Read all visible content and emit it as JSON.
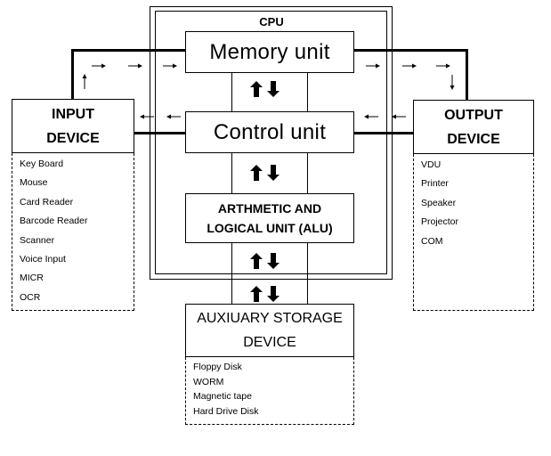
{
  "cpu": {
    "label": "CPU",
    "memory_unit": "Memory unit",
    "control_unit": "Control unit",
    "alu_line1": "ARTHMETIC AND",
    "alu_line2": "LOGICAL UNIT (ALU)"
  },
  "input_device": {
    "title_line1": "INPUT",
    "title_line2": "DEVICE",
    "items": [
      "Key Board",
      "Mouse",
      "Card Reader",
      "Barcode Reader",
      "Scanner",
      "Voice Input",
      "MICR",
      "OCR"
    ]
  },
  "output_device": {
    "title_line1": "OUTPUT",
    "title_line2": "DEVICE",
    "items": [
      "VDU",
      "Printer",
      "Speaker",
      "Projector",
      "COM"
    ]
  },
  "storage_device": {
    "title_line1": "AUXIUARY STORAGE",
    "title_line2": "DEVICE",
    "items": [
      "Floppy Disk",
      "WORM",
      "Magnetic tape",
      "Hard Drive Disk"
    ]
  },
  "icons": {
    "flow_arrow": "arrow-right-icon",
    "bidirectional": "up-down-arrow-icon"
  }
}
